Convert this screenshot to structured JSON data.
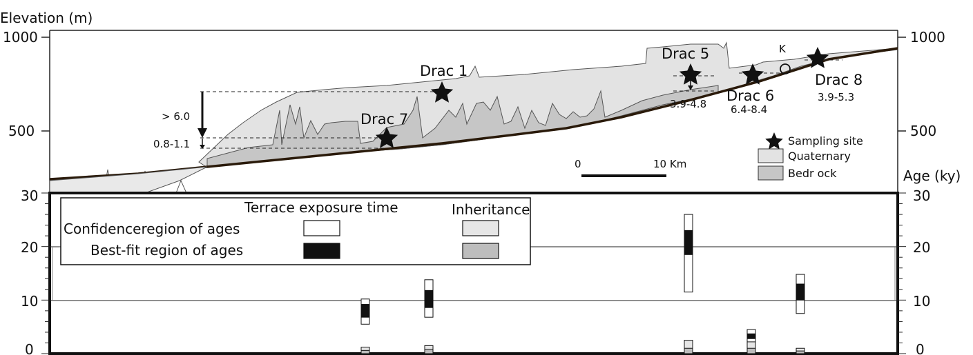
{
  "profile": {
    "y_axis_label": "Elevation (m)",
    "left_ticks": [
      "1000",
      "500"
    ],
    "right_ticks": [
      "1000",
      "500"
    ],
    "sites": [
      {
        "name": "Drac 1"
      },
      {
        "name": "Drac 5"
      },
      {
        "name": "Drac 6"
      },
      {
        "name": "Drac 7"
      },
      {
        "name": "Drac 8"
      }
    ],
    "age_annotations": {
      "incision": "> 6.0",
      "drac7_range": "0.8-1.1",
      "drac5_range": "3.9-4.8",
      "drac6_range": "6.4-8.4",
      "drac8_range": "3.9-5.3"
    },
    "point_label_k": "K",
    "scale_bar": {
      "start": "0",
      "end": "10 Km"
    },
    "legend": {
      "sampling_site": "Sampling site",
      "quaternary": "Quaternary",
      "bedrock": "Bedr ock"
    },
    "colors": {
      "quaternary": "#e3e3e3",
      "bedrock": "#c6c6c6",
      "valley_floor": "#2a1a0a"
    }
  },
  "age_panel": {
    "y_axis_label": "Age (ky)",
    "left_ticks": [
      "30",
      "20",
      "10",
      "0"
    ],
    "right_ticks": [
      "30",
      "20",
      "10",
      "0"
    ],
    "legend": {
      "col_exposure": "Terrace exposure time",
      "col_inheritance": "Inheritance",
      "row_confidence": "Confidenceregion of ages",
      "row_bestfit": "Best-fit region of ages"
    },
    "colors": {
      "bestfit": "#111111",
      "confidence": "#ffffff",
      "inherit_conf": "#e6e6e6",
      "inherit_best": "#bdbdbd"
    }
  },
  "chart_data": {
    "type": "bar",
    "ylabel": "Age (ky)",
    "ylim": [
      0,
      30
    ],
    "grid": "horizontal at 10 and 20",
    "samples": [
      {
        "conf": [
          5.5,
          10.2
        ],
        "best": [
          6.8,
          9.2
        ],
        "inherit_conf": [
          0,
          1.2
        ],
        "inherit_best": [
          0,
          0.6
        ]
      },
      {
        "conf": [
          6.8,
          13.8
        ],
        "best": [
          8.6,
          11.8
        ],
        "inherit_conf": [
          0,
          1.5
        ],
        "inherit_best": [
          0,
          0.8
        ]
      },
      {
        "conf": [
          11.5,
          26.0
        ],
        "best": [
          18.5,
          23.0
        ],
        "inherit_conf": [
          0,
          2.5
        ],
        "inherit_best": [
          0,
          1.0
        ]
      },
      {
        "conf": [
          0,
          4.5
        ],
        "best": [
          2.8,
          3.7
        ],
        "inherit_conf": [
          0,
          2.2
        ],
        "inherit_best": [
          0,
          1.0
        ]
      },
      {
        "conf": [
          7.5,
          14.8
        ],
        "best": [
          10.0,
          13.0
        ],
        "inherit_conf": [
          0,
          1.0
        ],
        "inherit_best": [
          0,
          0.5
        ]
      }
    ]
  }
}
